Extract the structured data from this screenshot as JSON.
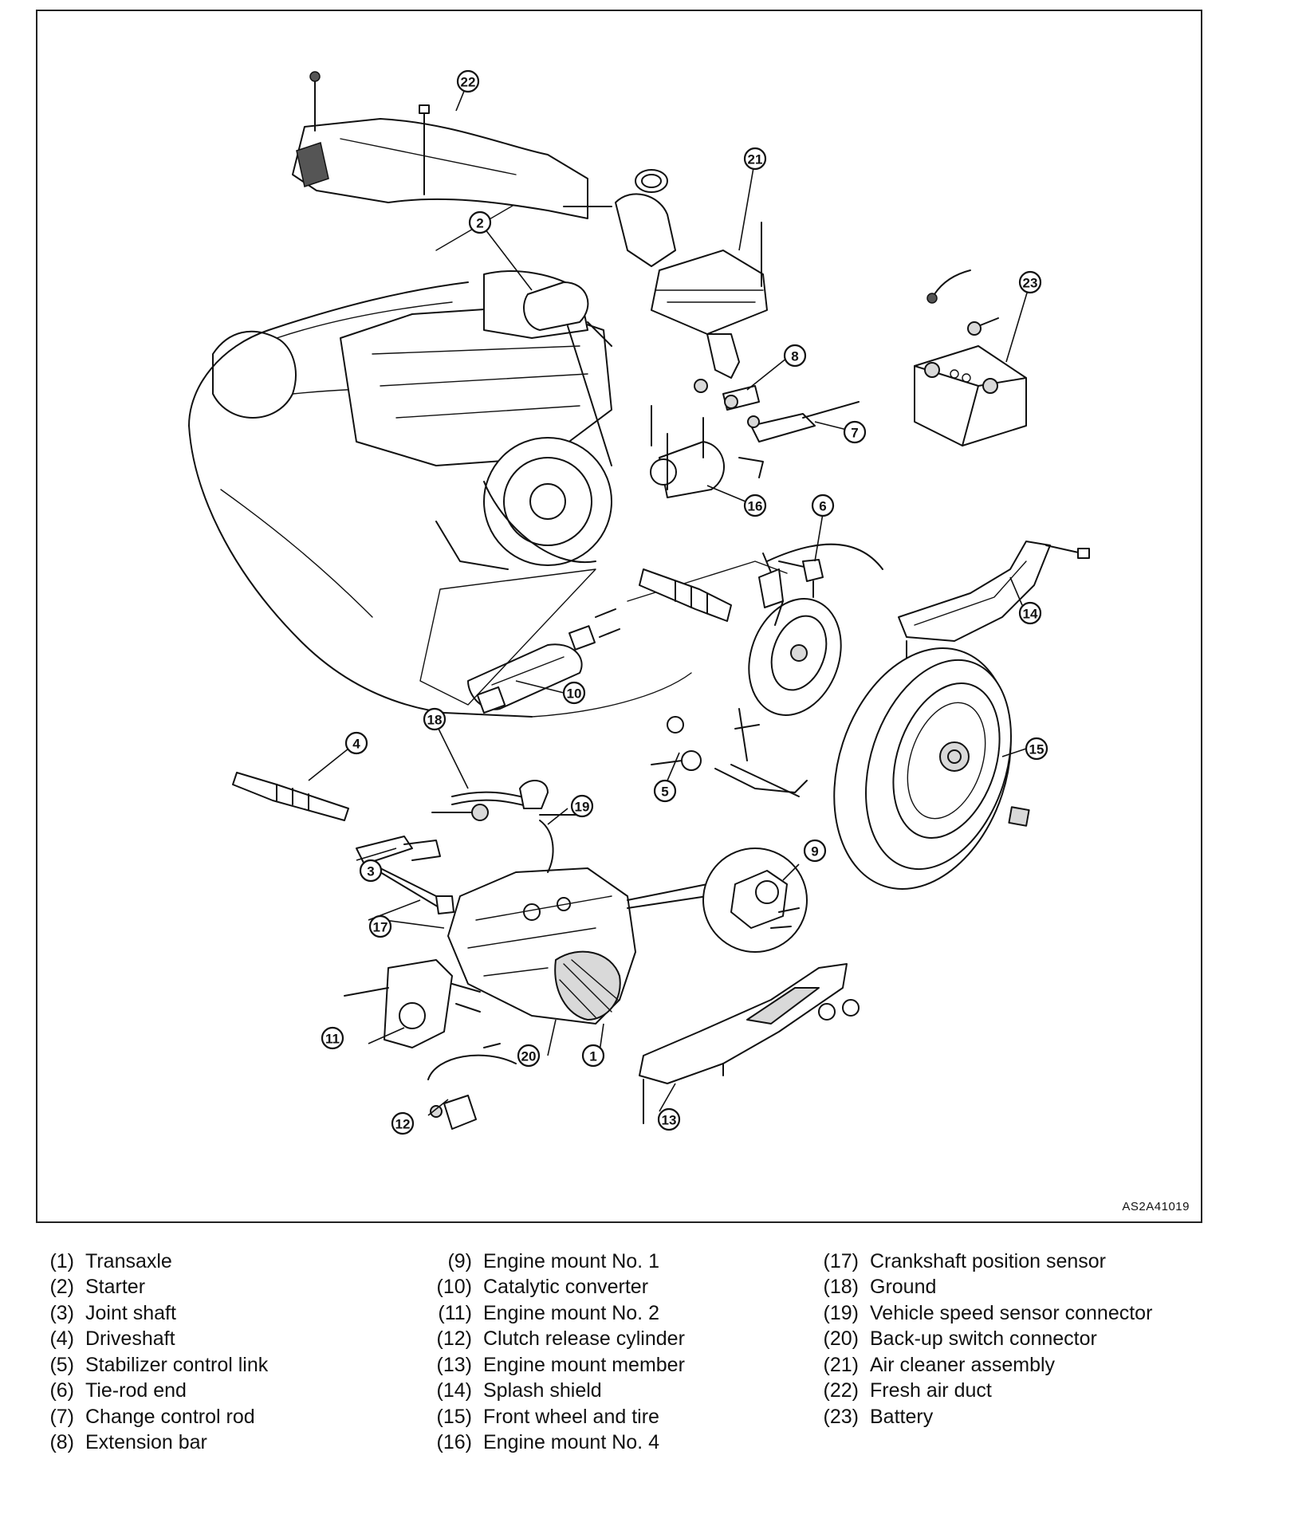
{
  "figure": {
    "code": "AS2A41019",
    "callouts": [
      {
        "num": "1",
        "label": "Transaxle"
      },
      {
        "num": "2",
        "label": "Starter"
      },
      {
        "num": "3",
        "label": "Joint shaft"
      },
      {
        "num": "4",
        "label": "Driveshaft"
      },
      {
        "num": "5",
        "label": "Stabilizer control link"
      },
      {
        "num": "6",
        "label": "Tie-rod end"
      },
      {
        "num": "7",
        "label": "Change control rod"
      },
      {
        "num": "8",
        "label": "Extension bar"
      },
      {
        "num": "9",
        "label": "Engine mount No. 1"
      },
      {
        "num": "10",
        "label": "Catalytic converter"
      },
      {
        "num": "11",
        "label": "Engine mount No. 2"
      },
      {
        "num": "12",
        "label": "Clutch release cylinder"
      },
      {
        "num": "13",
        "label": "Engine mount member"
      },
      {
        "num": "14",
        "label": "Splash shield"
      },
      {
        "num": "15",
        "label": "Front wheel and tire"
      },
      {
        "num": "16",
        "label": "Engine mount No. 4"
      },
      {
        "num": "17",
        "label": "Crankshaft position sensor"
      },
      {
        "num": "18",
        "label": "Ground"
      },
      {
        "num": "19",
        "label": "Vehicle speed sensor connector"
      },
      {
        "num": "20",
        "label": "Back-up switch connector"
      },
      {
        "num": "21",
        "label": "Air cleaner assembly"
      },
      {
        "num": "22",
        "label": "Fresh air duct"
      },
      {
        "num": "23",
        "label": "Battery"
      }
    ]
  },
  "legend": {
    "column_1": [
      {
        "num": "(1)",
        "label": "Transaxle"
      },
      {
        "num": "(2)",
        "label": "Starter"
      },
      {
        "num": "(3)",
        "label": "Joint shaft"
      },
      {
        "num": "(4)",
        "label": "Driveshaft"
      },
      {
        "num": "(5)",
        "label": "Stabilizer control link"
      },
      {
        "num": "(6)",
        "label": "Tie-rod end"
      },
      {
        "num": "(7)",
        "label": "Change control rod"
      },
      {
        "num": "(8)",
        "label": "Extension bar"
      }
    ],
    "column_2": [
      {
        "num": "(9)",
        "label": "Engine mount No. 1"
      },
      {
        "num": "(10)",
        "label": "Catalytic converter"
      },
      {
        "num": "(11)",
        "label": "Engine mount No. 2"
      },
      {
        "num": "(12)",
        "label": "Clutch release cylinder"
      },
      {
        "num": "(13)",
        "label": "Engine mount member"
      },
      {
        "num": "(14)",
        "label": "Splash shield"
      },
      {
        "num": "(15)",
        "label": "Front wheel and tire"
      },
      {
        "num": "(16)",
        "label": "Engine mount No. 4"
      }
    ],
    "column_3": [
      {
        "num": "(17)",
        "label": "Crankshaft position sensor"
      },
      {
        "num": "(18)",
        "label": "Ground"
      },
      {
        "num": "(19)",
        "label": "Vehicle speed sensor connector"
      },
      {
        "num": "(20)",
        "label": "Back-up switch connector"
      },
      {
        "num": "(21)",
        "label": "Air cleaner assembly"
      },
      {
        "num": "(22)",
        "label": "Fresh air duct"
      },
      {
        "num": "(23)",
        "label": "Battery"
      }
    ]
  }
}
